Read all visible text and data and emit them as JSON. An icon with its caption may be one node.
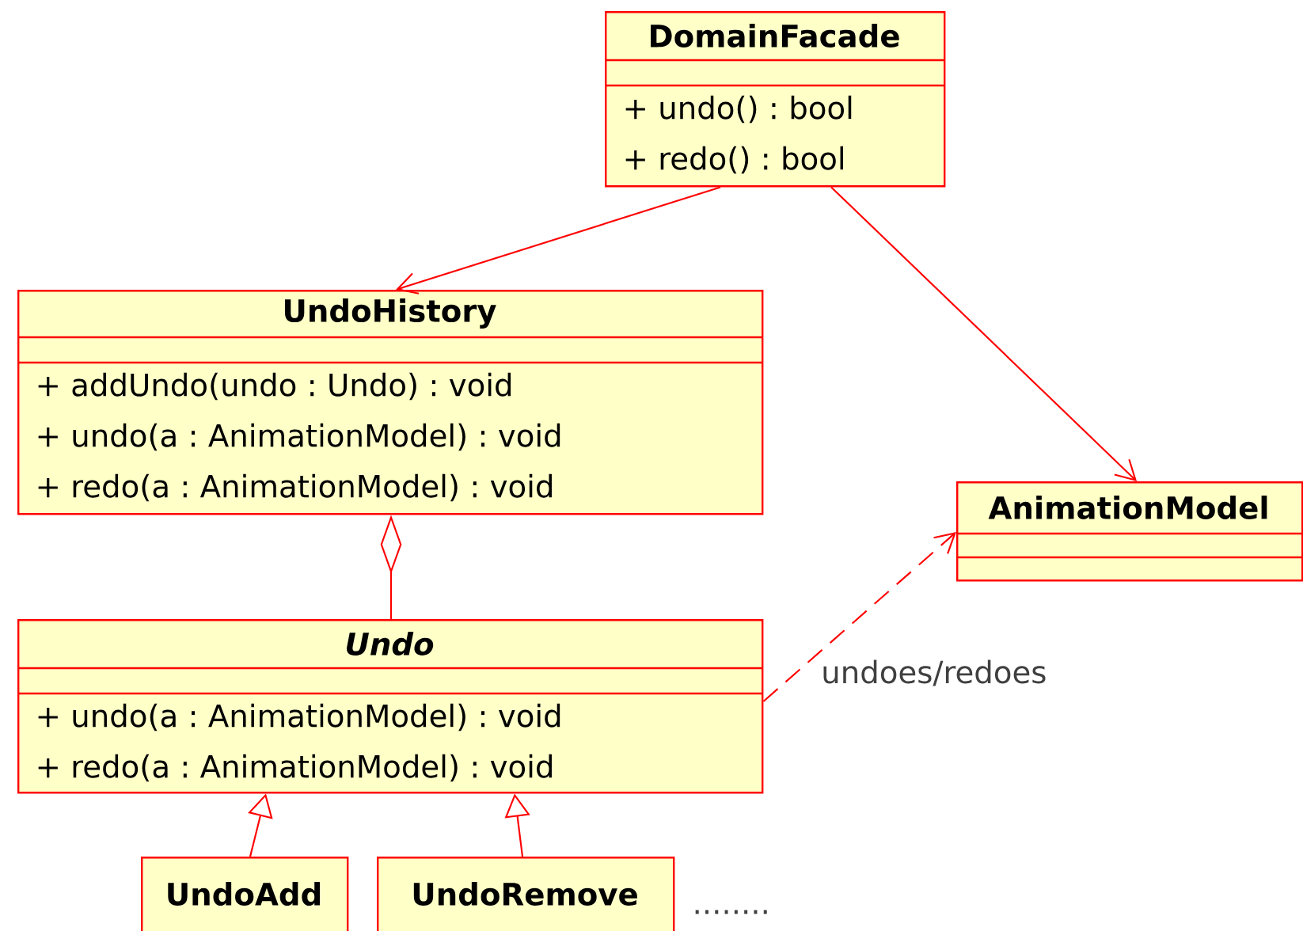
{
  "diagram": {
    "nodes": [
      {
        "text": [
          "DomainFacade",
          "+ undo() : bool",
          "+ redo() : bool"
        ]
      },
      {
        "text": [
          "UndoHistory",
          "+ addUndo(undo : Undo) : void",
          "+ undo(a : AnimationModel) : void",
          "+ redo(a : AnimationModel) : void"
        ]
      },
      {
        "text": [
          "AnimationModel"
        ]
      },
      {
        "text": [
          "Undo",
          "+ undo(a : AnimationModel) : void",
          "+ redo(a : AnimationModel) : void"
        ]
      },
      {
        "text": [
          "UndoAdd"
        ]
      },
      {
        "text": [
          "UndoRemove"
        ]
      }
    ],
    "edges": [
      {
        "from": 0,
        "to": 1,
        "arrow": "to"
      },
      {
        "from": 0,
        "to": 2,
        "arrow": "to"
      },
      {
        "from": 3,
        "to": 1,
        "arrow": "other"
      },
      {
        "from": 3,
        "to": 2,
        "arrow": "to",
        "style": "dashed",
        "label": "undoes/redoes"
      },
      {
        "from": 4,
        "to": 3,
        "arrow": "to"
      },
      {
        "from": 5,
        "to": 3,
        "arrow": "to"
      }
    ],
    "labels": [
      "........"
    ]
  }
}
